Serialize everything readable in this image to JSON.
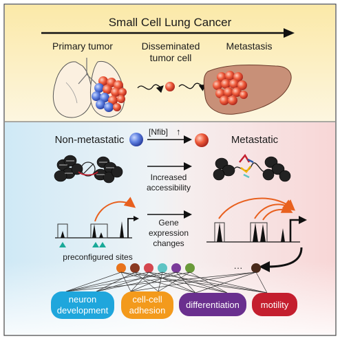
{
  "top_panel": {
    "title": "Small Cell Lung Cancer",
    "stage_primary": "Primary tumor",
    "stage_disseminated_line1": "Disseminated",
    "stage_disseminated_line2": "tumor cell",
    "stage_metastasis": "Metastasis"
  },
  "transition": {
    "left_label": "Non-metastatic",
    "right_label": "Metastatic",
    "factor_label": "[Nfib]",
    "up_arrow": "↑"
  },
  "chromatin": {
    "label_line1": "Increased",
    "label_line2": "accessibility"
  },
  "expression": {
    "label_line1": "Gene",
    "label_line2": "expression",
    "label_line3": "changes",
    "sites_label": "preconfigured sites"
  },
  "programs": {
    "ellipsis": "···",
    "dot_colors": [
      "#e8731c",
      "#8a3a22",
      "#d4474f",
      "#5ec4c4",
      "#7a3a9a",
      "#6a9a3a",
      "#4a2a1a"
    ],
    "boxes": [
      {
        "line1": "neuron",
        "line2": "development",
        "color": "#1fa6dc"
      },
      {
        "line1": "cell-cell",
        "line2": "adhesion",
        "color": "#f39a1c"
      },
      {
        "line1": "differentiation",
        "line2": "",
        "color": "#6a2f8e"
      },
      {
        "line1": "motility",
        "line2": "",
        "color": "#c41e2e"
      }
    ]
  },
  "colors": {
    "top_bg": "#fbeec0",
    "left_bg": "#d4ecf7",
    "right_bg": "#f9dede",
    "orange_arrow": "#e8601e"
  }
}
